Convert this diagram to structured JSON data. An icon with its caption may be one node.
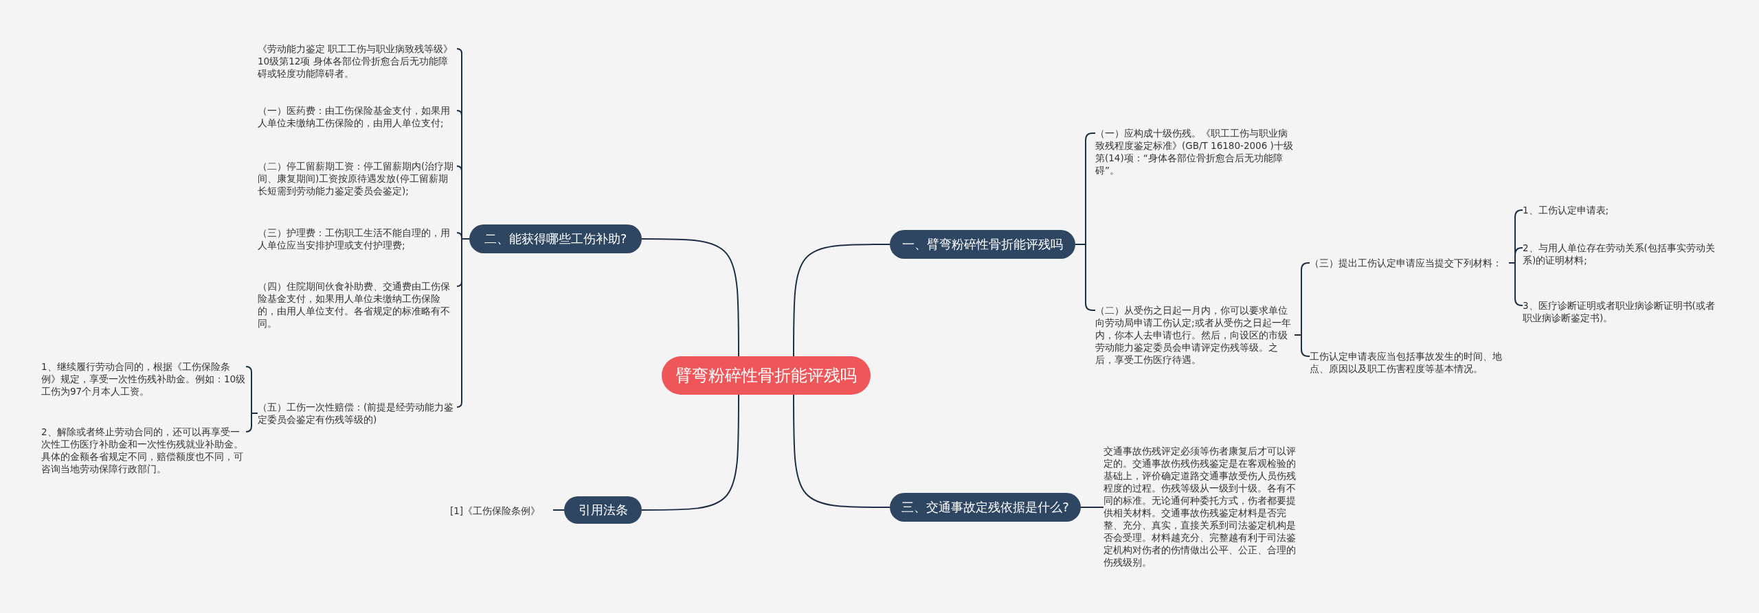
{
  "diagram": {
    "nodes": [
      {
        "text": [
          "臂弯粉碎性骨折能评残吗"
        ]
      },
      {
        "text": [
          "二、能获得哪些工伤补助?"
        ]
      },
      {
        "text": [
          "一、臂弯粉碎性骨折能评残吗"
        ]
      },
      {
        "text": [
          "引用法条"
        ]
      },
      {
        "text": [
          "三、交通事故定残依据是什么?"
        ]
      },
      {
        "text": [
          "《劳动能力鉴定 职工工伤与职业病致残等级》10级第12项 身体各部位骨折愈合后无功能障碍或轻度功能障碍者。"
        ]
      },
      {
        "text": [
          "（一）医药费：由工伤保险基金支付，如果用人单位未缴纳工伤保险的，由用人单位支付;"
        ]
      },
      {
        "text": [
          "（二）停工留薪期工资：停工留薪期内(治疗期间、康复期间)工资按原待遇发放(停工留薪期长短需到劳动能力鉴定委员会鉴定);"
        ]
      },
      {
        "text": [
          "（三）护理费：工伤职工生活不能自理的，用人单位应当安排护理或支付护理费;"
        ]
      },
      {
        "text": [
          "（四）住院期间伙食补助费、交通费由工伤保险基金支付，如果用人单位未缴纳工伤保险的，由用人单位支付。各省规定的标准略有不同。"
        ]
      },
      {
        "text": [
          "（五）工伤一次性赔偿：(前提是经劳动能力鉴定委员会鉴定有伤残等级的)"
        ]
      },
      {
        "text": [
          "1、继续履行劳动合同的，根据《工伤保险条例》规定，享受一次性伤残补助金。例如：10级工伤为97个月本人工资。"
        ]
      },
      {
        "text": [
          "2、解除或者终止劳动合同的，还可以再享受一次性工伤医疗补助金和一次性伤残就业补助金。具体的金额各省规定不同，赔偿额度也不同，可咨询当地劳动保障行政部门。"
        ]
      },
      {
        "text": [
          "[1]《工伤保险条例》"
        ]
      },
      {
        "text": [
          "（一）应构成十级伤残。《职工工伤与职业病致残程度鉴定标准》(GB/T 16180-2006 )十级第(14)项：“身体各部位骨折愈合后无功能障碍”。"
        ]
      },
      {
        "text": [
          "（二）从受伤之日起一月内，你可以要求单位向劳动局申请工伤认定;或者从受伤之日起一年内，你本人去申请也行。然后，向设区的市级劳动能力鉴定委员会申请评定伤残等级。之后，享受工伤医疗待遇。"
        ]
      },
      {
        "text": [
          "（三）提出工伤认定申请应当提交下列材料："
        ]
      },
      {
        "text": [
          "工伤认定申请表应当包括事故发生的时间、地点、原因以及职工伤害程度等基本情况。"
        ]
      },
      {
        "text": [
          "1、工伤认定申请表;"
        ]
      },
      {
        "text": [
          "2、与用人单位存在劳动关系(包括事实劳动关系)的证明材料;"
        ]
      },
      {
        "text": [
          "3、医疗诊断证明或者职业病诊断证明书(或者职业病诊断鉴定书)。"
        ]
      },
      {
        "text": [
          "交通事故伤残评定必须等伤者康复后才可以评定的。交通事故伤残伤残鉴定是在客观检验的基础上，评价确定道路交通事故受伤人员伤残程度的过程。伤残等级从一级到十级。各有不同的标准。无论通何种委托方式，伤者都要提供相关材料。交通事故伤残鉴定材料是否完整、充分、真实，直接关系到司法鉴定机构是否会受理。材料越充分、完整越有利于司法鉴定机构对伤者的伤情做出公平、公正、合理的伤残级别。"
        ]
      }
    ],
    "edges": [
      {
        "from": 0,
        "to": 1,
        "arrow": "none"
      },
      {
        "from": 0,
        "to": 2,
        "arrow": "none"
      },
      {
        "from": 0,
        "to": 3,
        "arrow": "none"
      },
      {
        "from": 0,
        "to": 4,
        "arrow": "none"
      },
      {
        "from": 1,
        "to": 5,
        "arrow": "none"
      },
      {
        "from": 1,
        "to": 6,
        "arrow": "none"
      },
      {
        "from": 1,
        "to": 7,
        "arrow": "none"
      },
      {
        "from": 1,
        "to": 8,
        "arrow": "none"
      },
      {
        "from": 1,
        "to": 9,
        "arrow": "none"
      },
      {
        "from": 1,
        "to": 10,
        "arrow": "none"
      },
      {
        "from": 10,
        "to": 11,
        "arrow": "none"
      },
      {
        "from": 10,
        "to": 12,
        "arrow": "none"
      },
      {
        "from": 3,
        "to": 13,
        "arrow": "none"
      },
      {
        "from": 2,
        "to": 14,
        "arrow": "none"
      },
      {
        "from": 2,
        "to": 15,
        "arrow": "none"
      },
      {
        "from": 15,
        "to": 16,
        "arrow": "none"
      },
      {
        "from": 15,
        "to": 17,
        "arrow": "none"
      },
      {
        "from": 16,
        "to": 18,
        "arrow": "none"
      },
      {
        "from": 16,
        "to": 19,
        "arrow": "none"
      },
      {
        "from": 16,
        "to": 20,
        "arrow": "none"
      },
      {
        "from": 4,
        "to": 21,
        "arrow": "none"
      }
    ]
  }
}
